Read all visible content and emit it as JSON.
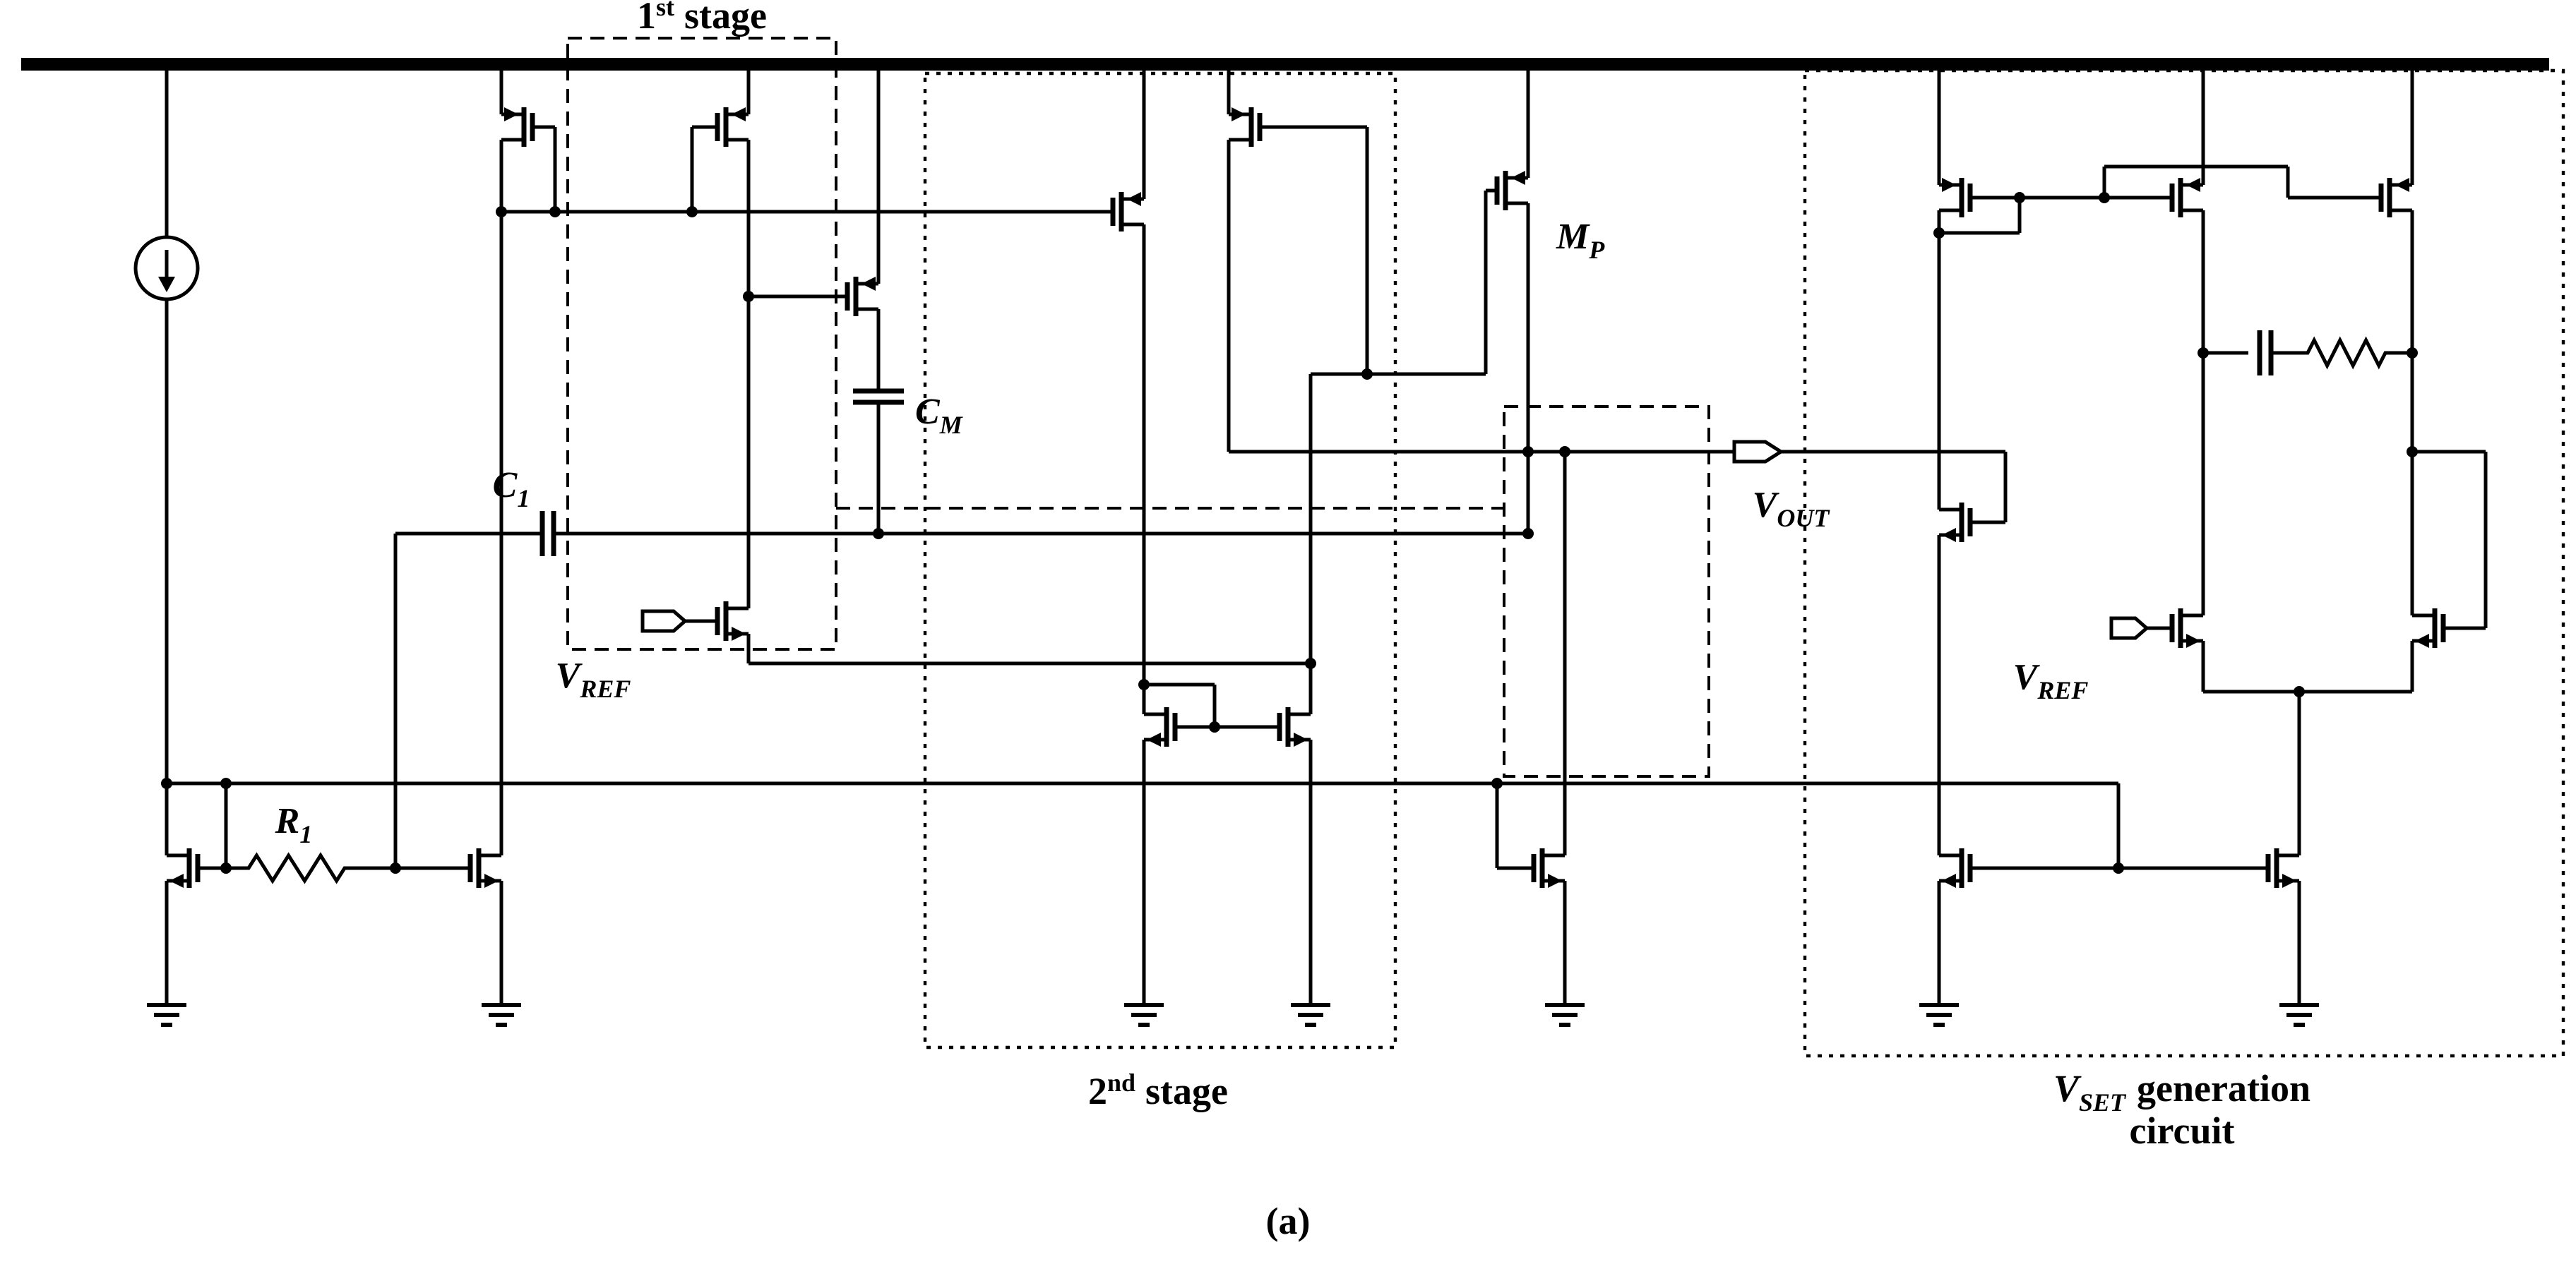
{
  "figure": {
    "caption": "(a)",
    "background": "#ffffff",
    "ink": "#000000"
  },
  "annotations": {
    "stage1": {
      "num": "1",
      "sup": "st",
      "rest": "stage"
    },
    "stage2": {
      "num": "2",
      "sup": "nd",
      "rest": "stage"
    },
    "vset": {
      "v": "V",
      "sub": "SET",
      "rest": "generation",
      "line2": "circuit"
    }
  },
  "labels": {
    "c1": {
      "main": "C",
      "sub": "1"
    },
    "cm": {
      "main": "C",
      "sub": "M"
    },
    "r1": {
      "main": "R",
      "sub": "1"
    },
    "mp": {
      "main": "M",
      "sub": "P"
    },
    "vref_left": {
      "main": "V",
      "sub": "REF"
    },
    "vref_right": {
      "main": "V",
      "sub": "REF"
    },
    "vout": {
      "main": "V",
      "sub": "OUT"
    }
  },
  "components": {
    "power_rail": "supply-rail",
    "current_sources": [
      {
        "id": "ibias"
      }
    ],
    "transistors": [
      {
        "id": "p1",
        "type": "pmos"
      },
      {
        "id": "p2",
        "type": "pmos"
      },
      {
        "id": "p3",
        "type": "pmos"
      },
      {
        "id": "p4",
        "type": "pmos"
      },
      {
        "id": "pcm",
        "type": "pmos"
      },
      {
        "id": "mp",
        "type": "pmos"
      },
      {
        "id": "q1",
        "type": "pmos"
      },
      {
        "id": "q2",
        "type": "pmos"
      },
      {
        "id": "q3",
        "type": "pmos"
      },
      {
        "id": "n1",
        "type": "nmos"
      },
      {
        "id": "n2",
        "type": "nmos"
      },
      {
        "id": "nin",
        "type": "nmos"
      },
      {
        "id": "n3",
        "type": "nmos"
      },
      {
        "id": "n4",
        "type": "nmos"
      },
      {
        "id": "n5",
        "type": "nmos"
      },
      {
        "id": "mf",
        "type": "nmos"
      },
      {
        "id": "d1",
        "type": "nmos"
      },
      {
        "id": "d2",
        "type": "nmos"
      },
      {
        "id": "n6",
        "type": "nmos"
      },
      {
        "id": "n7",
        "type": "nmos"
      }
    ],
    "capacitors": [
      {
        "id": "c1"
      },
      {
        "id": "cm"
      },
      {
        "id": "crc"
      }
    ],
    "resistors": [
      {
        "id": "r1"
      },
      {
        "id": "rrc"
      }
    ],
    "grounds": [
      {
        "id": "g1"
      },
      {
        "id": "g2"
      },
      {
        "id": "g3"
      },
      {
        "id": "g4"
      },
      {
        "id": "g5"
      },
      {
        "id": "g6"
      },
      {
        "id": "g7"
      }
    ],
    "ports": [
      {
        "id": "vref_left",
        "direction": "input"
      },
      {
        "id": "vout",
        "direction": "output"
      },
      {
        "id": "vref_right",
        "direction": "input"
      }
    ]
  }
}
